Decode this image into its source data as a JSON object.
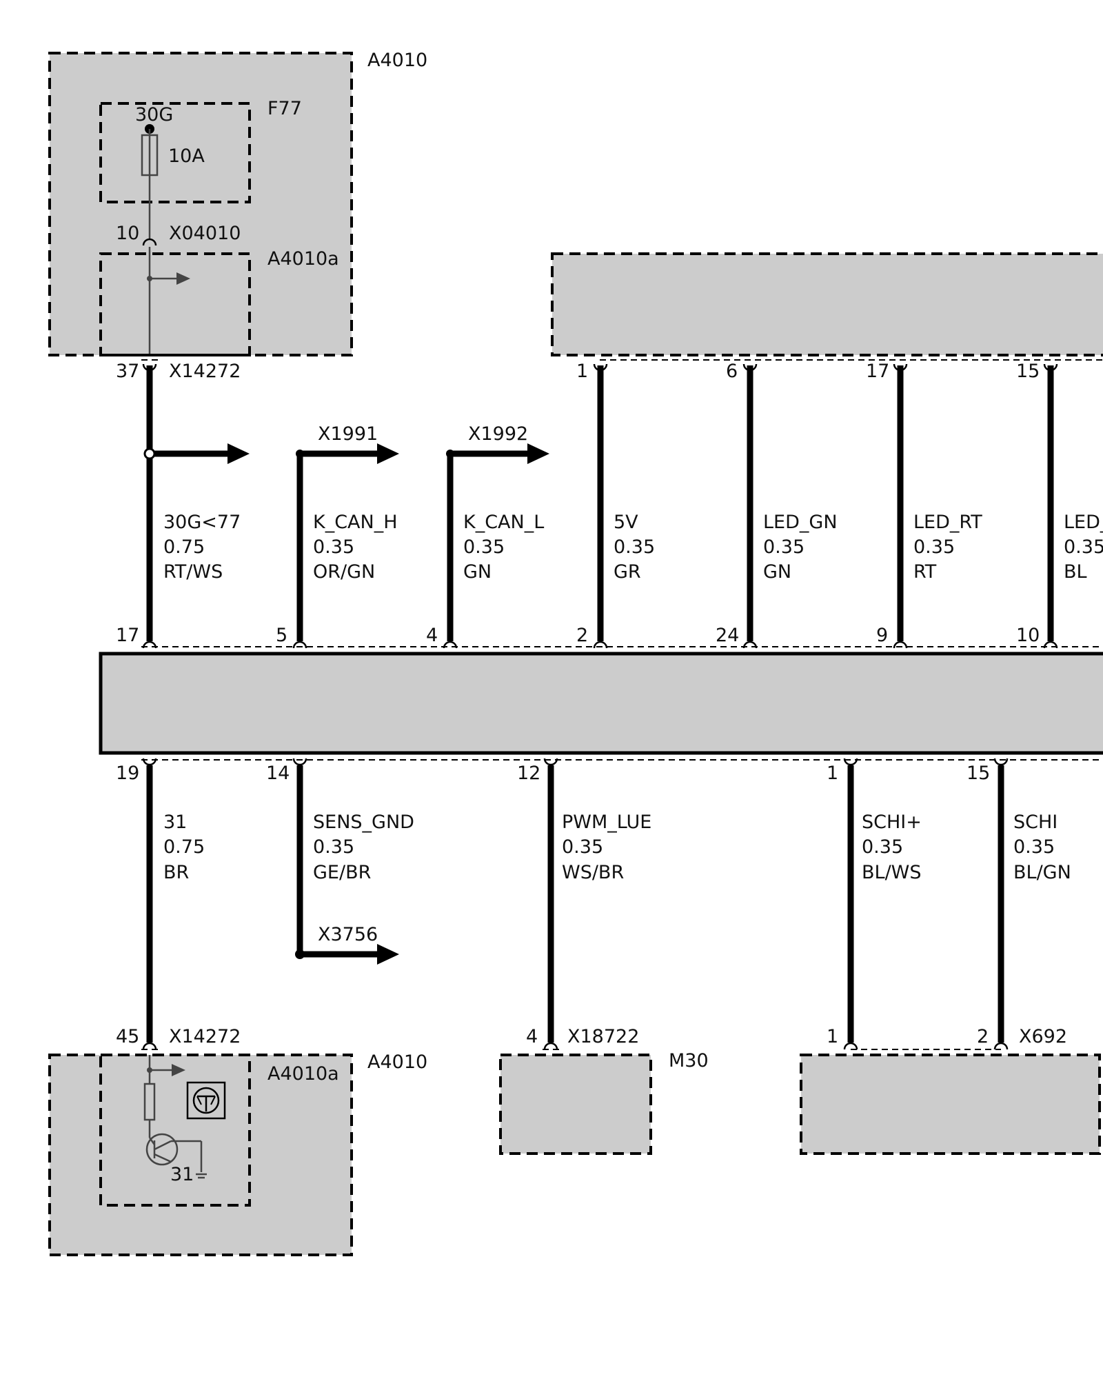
{
  "colors": {
    "module_fill": "#cccccc",
    "wire": "#000000",
    "thin_wire": "#444444",
    "background": "#ffffff"
  },
  "modules": {
    "a4010_top": {
      "name": "A4010"
    },
    "a4010_bottom": {
      "name": "A4010"
    },
    "m30": {
      "name": "M30"
    }
  },
  "fuse": {
    "name": "F77",
    "terminal": "30G",
    "rating": "10A"
  },
  "sub_modules": {
    "top": "A4010a",
    "bottom": "A4010a"
  },
  "internal": {
    "pin": "10",
    "connector": "X04010",
    "ground": "31"
  },
  "connectors": {
    "top": "X14272",
    "bottom": "X14272",
    "m30": "X18722",
    "right": "X692"
  },
  "pins": {
    "a4010_top": "37",
    "upper_module": [
      "1",
      "6",
      "17",
      "15"
    ],
    "central_top": [
      "17",
      "5",
      "4",
      "2",
      "24",
      "9",
      "10"
    ],
    "central_bottom": [
      "19",
      "14",
      "12",
      "1",
      "15"
    ],
    "a4010_bottom": "45",
    "m30": "4",
    "right_module": [
      "1",
      "2"
    ]
  },
  "branches": {
    "x1991": "X1991",
    "x1992": "X1992",
    "x3756": "X3756"
  },
  "wires_upper": [
    {
      "signal": "30G<77",
      "size": "0.75",
      "color": "RT/WS"
    },
    {
      "signal": "K_CAN_H",
      "size": "0.35",
      "color": "OR/GN"
    },
    {
      "signal": "K_CAN_L",
      "size": "0.35",
      "color": "GN"
    },
    {
      "signal": "5V",
      "size": "0.35",
      "color": "GR"
    },
    {
      "signal": "LED_GN",
      "size": "0.35",
      "color": "GN"
    },
    {
      "signal": "LED_RT",
      "size": "0.35",
      "color": "RT"
    },
    {
      "signal": "LED_",
      "size": "0.35",
      "color": "BL"
    }
  ],
  "wires_lower": [
    {
      "signal": "31",
      "size": "0.75",
      "color": "BR"
    },
    {
      "signal": "SENS_GND",
      "size": "0.35",
      "color": "GE/BR"
    },
    {
      "signal": "PWM_LUE",
      "size": "0.35",
      "color": "WS/BR"
    },
    {
      "signal": "SCHI+",
      "size": "0.35",
      "color": "BL/WS"
    },
    {
      "signal": "SCHI",
      "size": "0.35",
      "color": "BL/GN"
    }
  ],
  "icons": [
    "connector-pin-icon",
    "junction-dot-icon",
    "branch-arrow-icon",
    "fuse-icon",
    "resistor-icon",
    "transistor-icon",
    "ground-icon",
    "sensor-symbol-icon"
  ]
}
